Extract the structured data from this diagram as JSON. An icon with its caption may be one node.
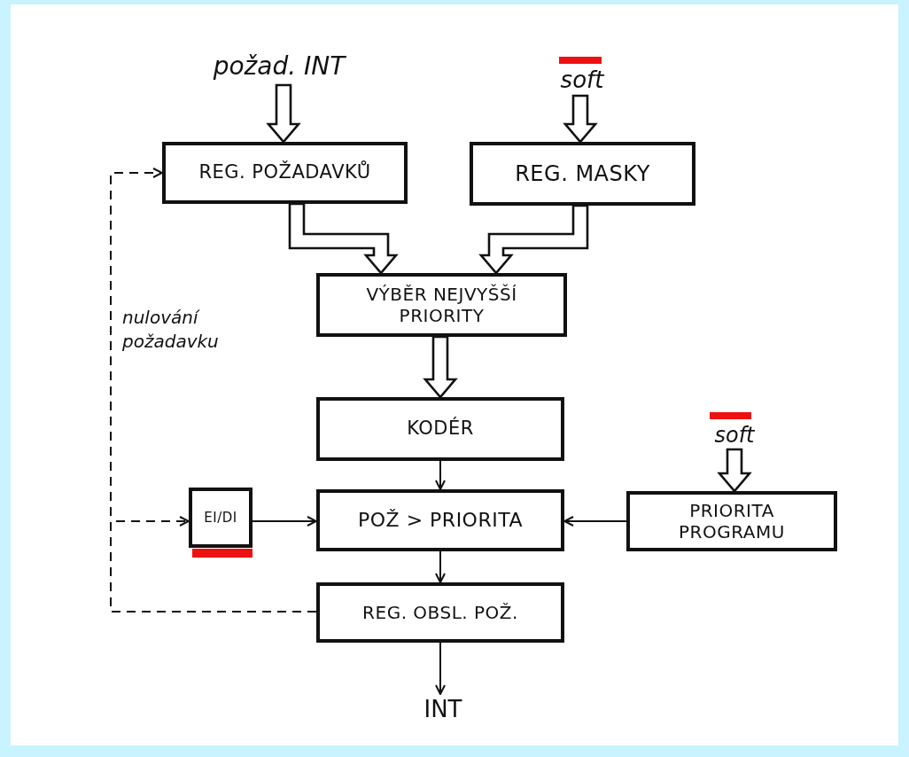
{
  "diagram": {
    "nodes": [
      {
        "text": [
          "požad. INT"
        ]
      },
      {
        "text": [
          "soft"
        ]
      },
      {
        "text": [
          "REG. POŽADAVKŮ"
        ]
      },
      {
        "text": [
          "REG. MASKY"
        ]
      },
      {
        "text": [
          "VÝBĚR NEJVYŠŠÍ PRIORITY"
        ]
      },
      {
        "text": [
          "KODÉR"
        ]
      },
      {
        "text": [
          "soft"
        ]
      },
      {
        "text": [
          "EI/DI"
        ]
      },
      {
        "text": [
          "POŽ > PRIORITA"
        ]
      },
      {
        "text": [
          "PRIORITA PROGRAMU"
        ]
      },
      {
        "text": [
          "REG. OBSL. POŽ."
        ]
      },
      {
        "text": [
          "INT"
        ]
      }
    ],
    "edges": [
      {
        "from": 0,
        "to": 2,
        "arrow": "to",
        "style": "thick"
      },
      {
        "from": 1,
        "to": 3,
        "arrow": "to",
        "style": "thick"
      },
      {
        "from": 2,
        "to": 4,
        "arrow": "to",
        "style": "thick"
      },
      {
        "from": 3,
        "to": 4,
        "arrow": "to",
        "style": "thick"
      },
      {
        "from": 4,
        "to": 5,
        "arrow": "to",
        "style": "thick"
      },
      {
        "from": 6,
        "to": 9,
        "arrow": "to",
        "style": "thick"
      },
      {
        "from": 5,
        "to": 8,
        "arrow": "to"
      },
      {
        "from": 7,
        "to": 8,
        "arrow": "to"
      },
      {
        "from": 9,
        "to": 8,
        "arrow": "to"
      },
      {
        "from": 8,
        "to": 10,
        "arrow": "to"
      },
      {
        "from": 10,
        "to": 11,
        "arrow": "to"
      },
      {
        "from": 10,
        "to": 2,
        "arrow": "to",
        "style": "dashed",
        "label": "nulování požadavku"
      },
      {
        "from": 10,
        "to": 7,
        "arrow": "to",
        "style": "dashed"
      }
    ]
  }
}
